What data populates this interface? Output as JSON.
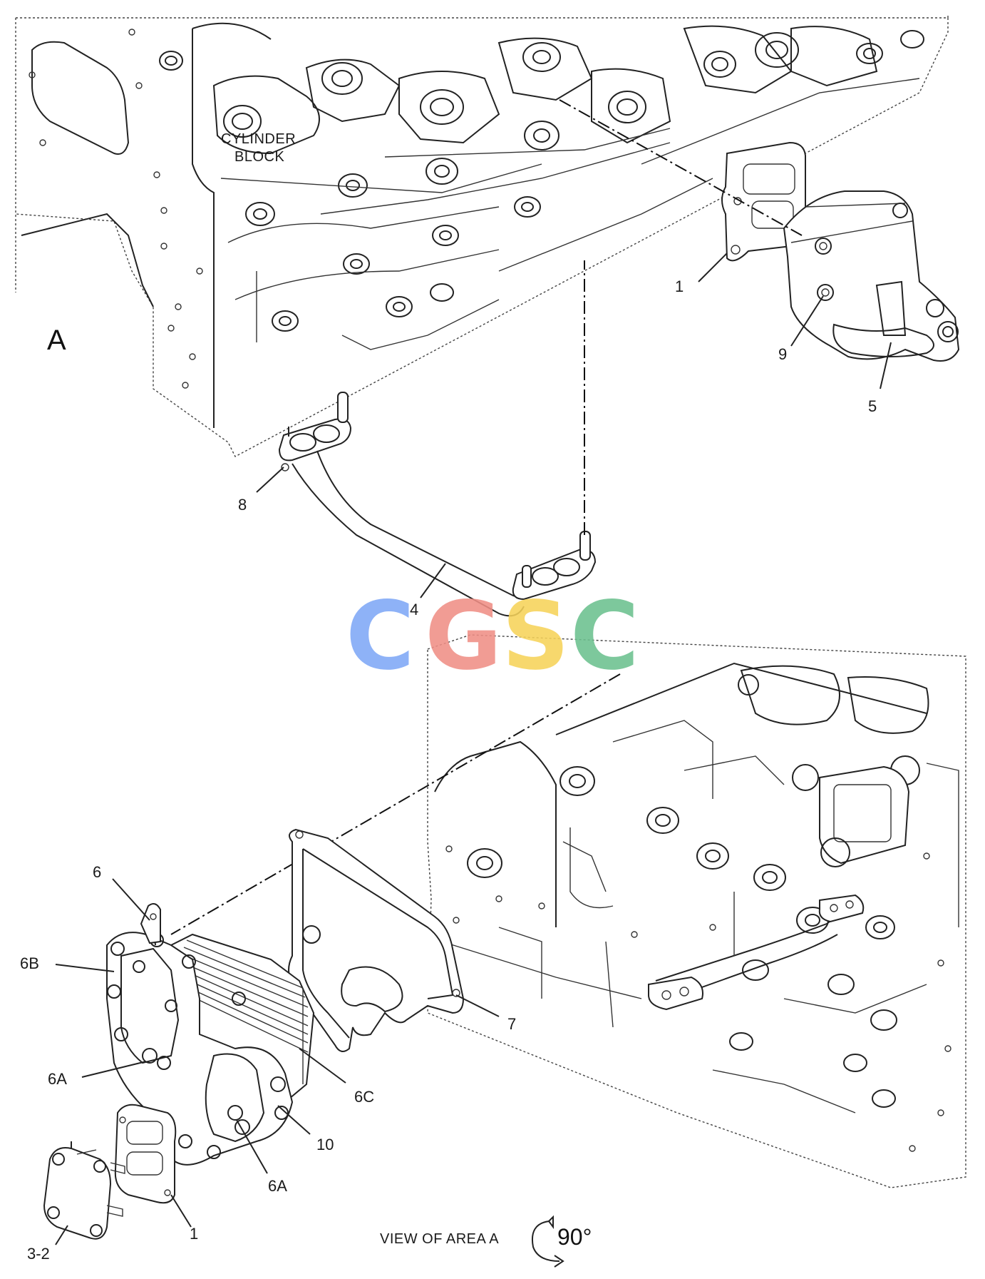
{
  "labels": {
    "cylinder_block_line1": "CYLINDER",
    "cylinder_block_line2": "BLOCK",
    "area_letter": "A",
    "view_of_area": "VIEW OF AREA  A",
    "rotation": "90°"
  },
  "callouts": {
    "c1_top": "1",
    "c9": "9",
    "c5": "5",
    "c8": "8",
    "c4": "4",
    "c6": "6",
    "c6B": "6B",
    "c6A_upper": "6A",
    "c6C": "6C",
    "c10": "10",
    "c6A_lower": "6A",
    "c7": "7",
    "c1_bottom": "1",
    "c3_2": "3-2"
  },
  "watermark": {
    "letters": [
      "C",
      "G",
      "S",
      "C"
    ],
    "colors": [
      "#7fa8f7",
      "#f08f86",
      "#f6d35a",
      "#6cc18f"
    ]
  }
}
